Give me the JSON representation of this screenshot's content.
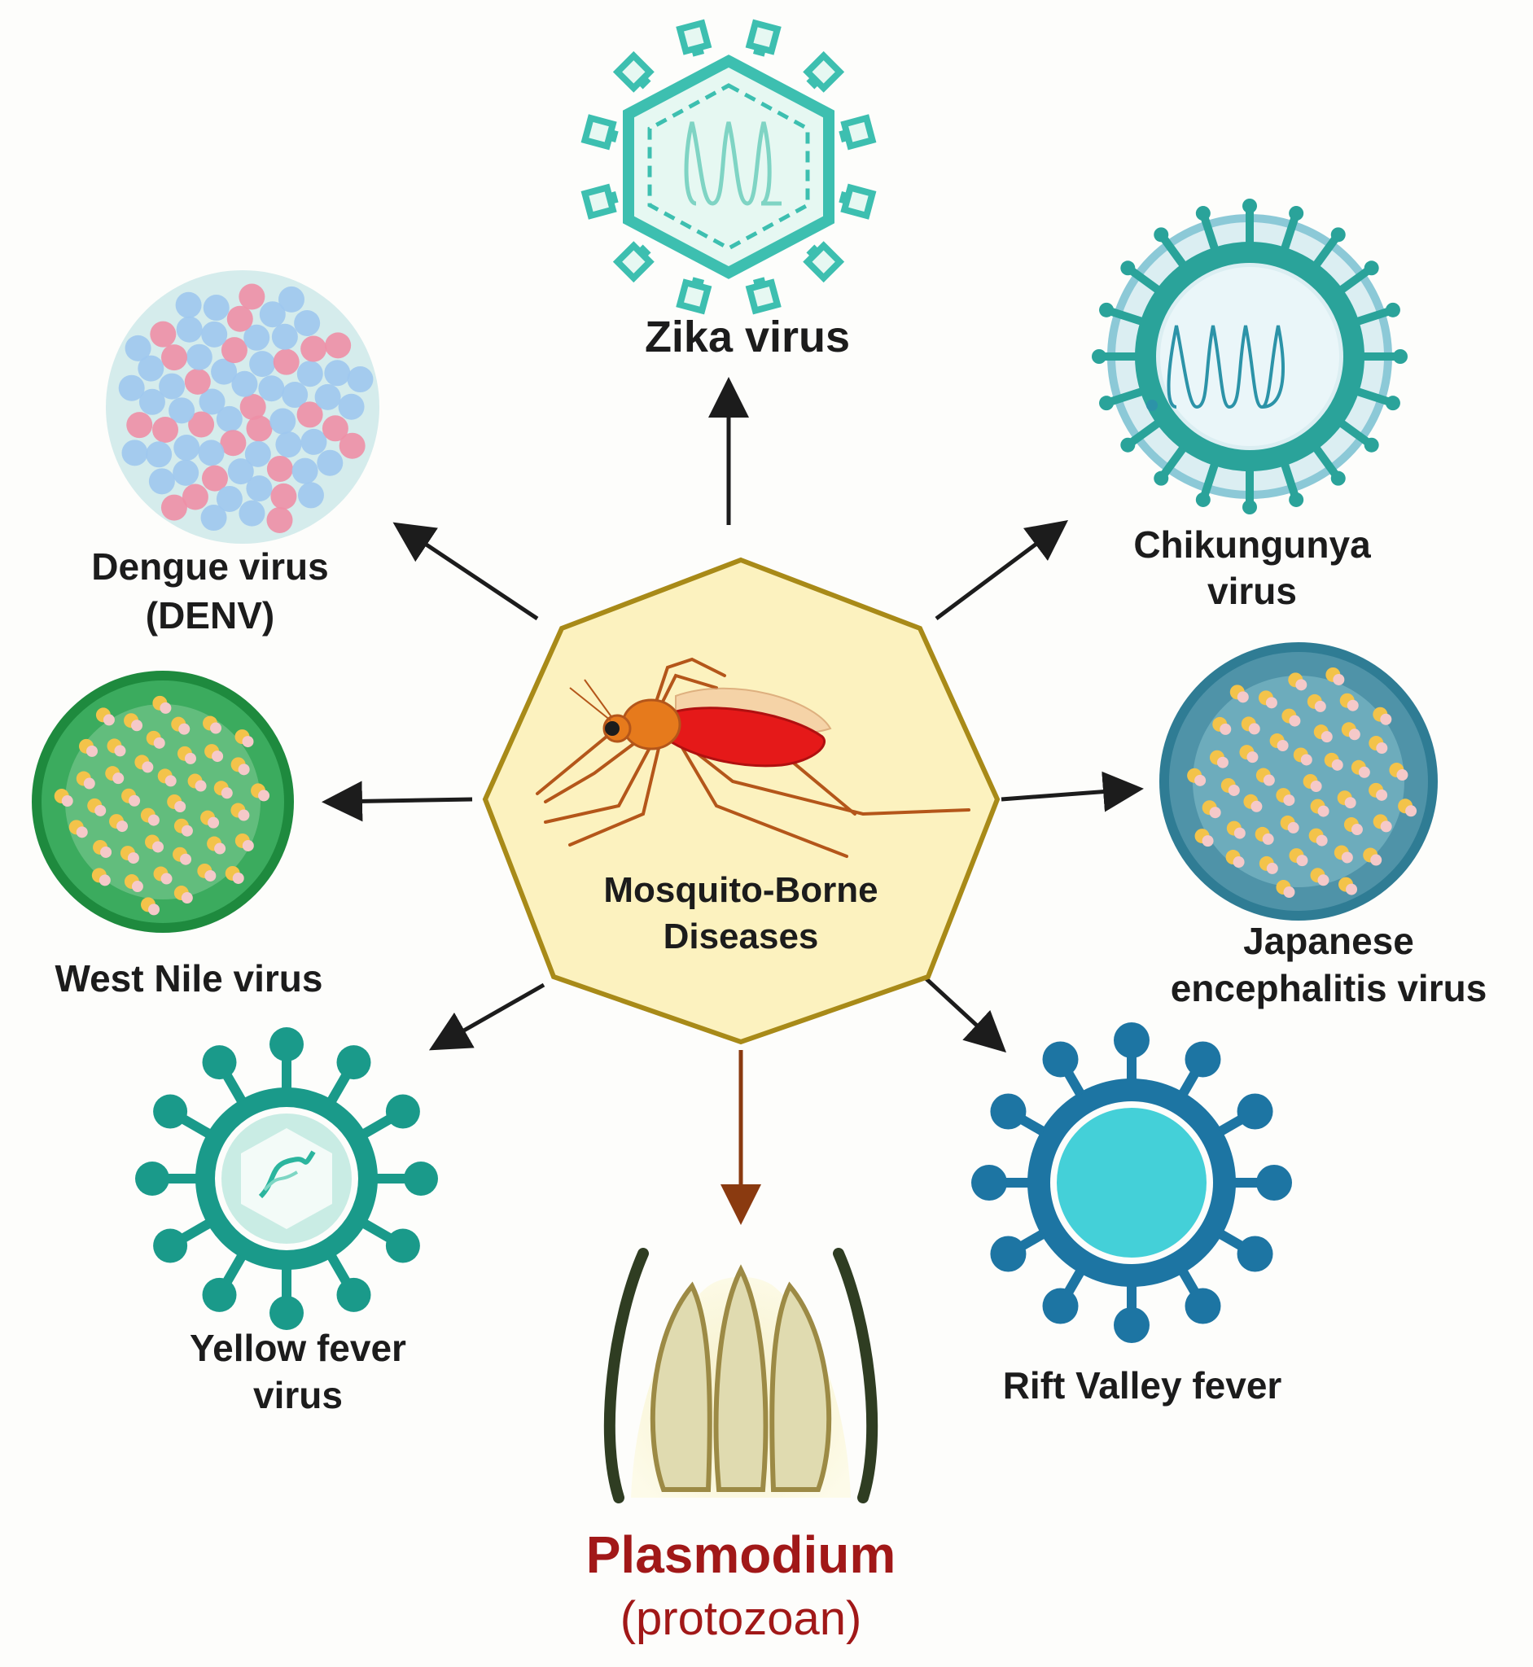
{
  "center": {
    "line1": "Mosquito-Borne",
    "line2": "Diseases"
  },
  "nodes": {
    "zika": {
      "label": "Zika virus"
    },
    "chikungunya": {
      "line1": "Chikungunya",
      "line2": "virus"
    },
    "japanese": {
      "line1": "Japanese",
      "line2": "encephalitis virus"
    },
    "rift": {
      "label": "Rift Valley fever"
    },
    "plasmodium": {
      "line1": "Plasmodium",
      "line2": "(protozoan)"
    },
    "yellow": {
      "line1": "Yellow fever",
      "line2": "virus"
    },
    "westnile": {
      "label": "West Nile virus"
    },
    "dengue": {
      "line1": "Dengue virus",
      "line2": "(DENV)"
    }
  },
  "colors": {
    "zika": "#3dbfb0",
    "chikungunya": "#2aa39a",
    "japanese": "#2f7c94",
    "rift": "#1d75a3",
    "yellow": "#1a9a8a",
    "westnile": "#2e9e4f",
    "dengue_pink": "#ee8fa6",
    "dengue_blue": "#9fc8ee",
    "plasmodium_label": "#a11818",
    "center_fill": "#fcf2bf",
    "center_stroke": "#a88a18",
    "mosquito_body": "#e51919",
    "mosquito_head": "#e67a1c"
  }
}
